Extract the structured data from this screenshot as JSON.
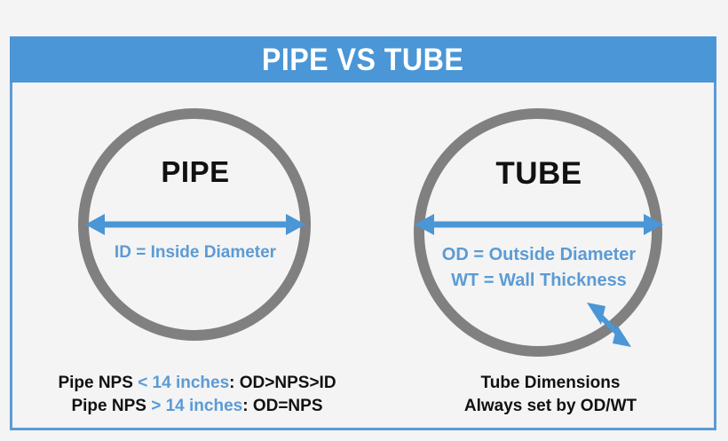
{
  "banner": {
    "title": "PIPE VS TUBE",
    "background_color": "#4a96d6",
    "text_color": "#ffffff"
  },
  "theme": {
    "page_background": "#f4f4f4",
    "card_border_color": "#5b9bd5",
    "ring_color": "#808080",
    "accent_blue": "#5b9bd5",
    "text_black": "#111111"
  },
  "diagrams": {
    "pipe": {
      "shape_label": "PIPE",
      "caption": "ID = Inside Diameter",
      "arrow_name": "inside-diameter-arrow",
      "arrow_span": "inner-diameter",
      "ring_style": "thick gray annulus"
    },
    "tube": {
      "shape_label": "TUBE",
      "caption_line_1": "OD = Outside Diameter",
      "caption_line_2": "WT = Wall Thickness",
      "arrow_name": "outside-diameter-arrow",
      "arrow_span": "outer-diameter",
      "wall_arrow_name": "wall-thickness-arrow",
      "ring_style": "thick gray annulus"
    }
  },
  "footnotes": {
    "pipe": {
      "line1_part1": "Pipe NPS ",
      "line1_highlight": "< 14 inches",
      "line1_part2": ": OD>NPS>ID",
      "line2_part1": "Pipe NPS ",
      "line2_highlight": "> 14 inches",
      "line2_part2": ": OD=NPS"
    },
    "tube": {
      "line1": "Tube Dimensions",
      "line2": "Always set by OD/WT"
    }
  }
}
